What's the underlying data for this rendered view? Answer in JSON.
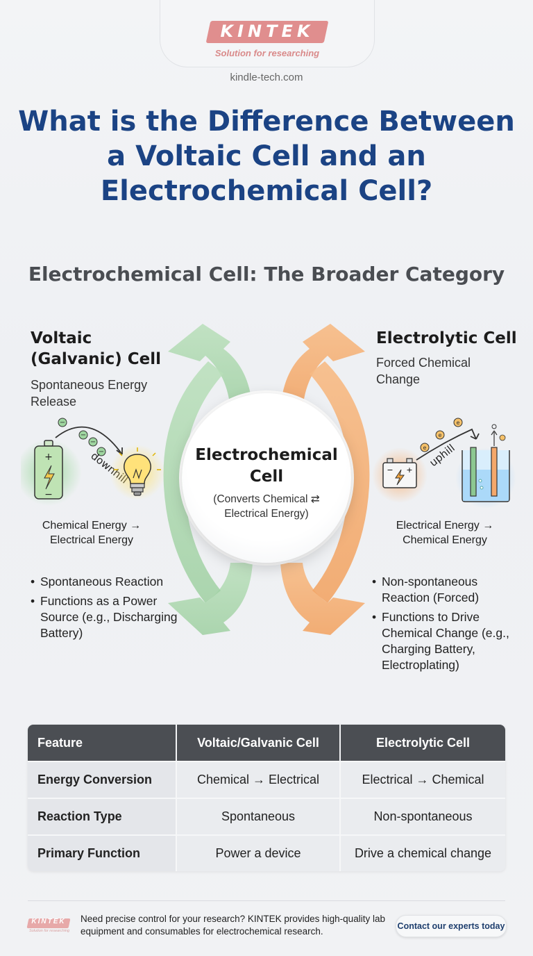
{
  "brand": {
    "logo_text": "KINTEK",
    "tagline": "Solution for researching",
    "domain": "kindle-tech.com"
  },
  "title": "What is the Difference Between a Voltaic Cell and an Electrochemical Cell?",
  "subtitle": "Electrochemical Cell: The Broader Category",
  "center": {
    "title": "Electrochemical Cell",
    "description": "(Converts Chemical ⇄ Electrical Energy)"
  },
  "voltaic": {
    "title": "Voltaic (Galvanic) Cell",
    "subtitle": "Spontaneous Energy Release",
    "path_label": "downhill",
    "energy": "Chemical Energy → Electrical Energy",
    "bullets": [
      "Spontaneous Reaction",
      "Functions as a Power Source (e.g., Discharging Battery)"
    ],
    "accent": "#8cc891"
  },
  "electrolytic": {
    "title": "Electrolytic Cell",
    "subtitle": "Forced Chemical Change",
    "path_label": "uphill",
    "energy": "Electrical Energy → Chemical Energy",
    "bullets": [
      "Non-spontaneous Reaction (Forced)",
      "Functions to Drive Chemical Change (e.g., Charging Battery, Electroplating)"
    ],
    "accent": "#f4a86b"
  },
  "table": {
    "headers": [
      "Feature",
      "Voltaic/Galvanic Cell",
      "Electrolytic Cell"
    ],
    "rows": [
      [
        "Energy Conversion",
        "Chemical → Electrical",
        "Electrical → Chemical"
      ],
      [
        "Reaction Type",
        "Spontaneous",
        "Non-spontaneous"
      ],
      [
        "Primary Function",
        "Power a device",
        "Drive a chemical change"
      ]
    ]
  },
  "footer": {
    "logo_text": "KINTEK",
    "logo_sub": "Solution for researching",
    "text": "Need precise control for your research? KINTEK provides high-quality lab equipment and consumables for electrochemical research.",
    "cta": "Contact our experts today"
  },
  "colors": {
    "title": "#1b4384",
    "header_bg": "#4b4e53",
    "brand": "#e08e8e"
  }
}
